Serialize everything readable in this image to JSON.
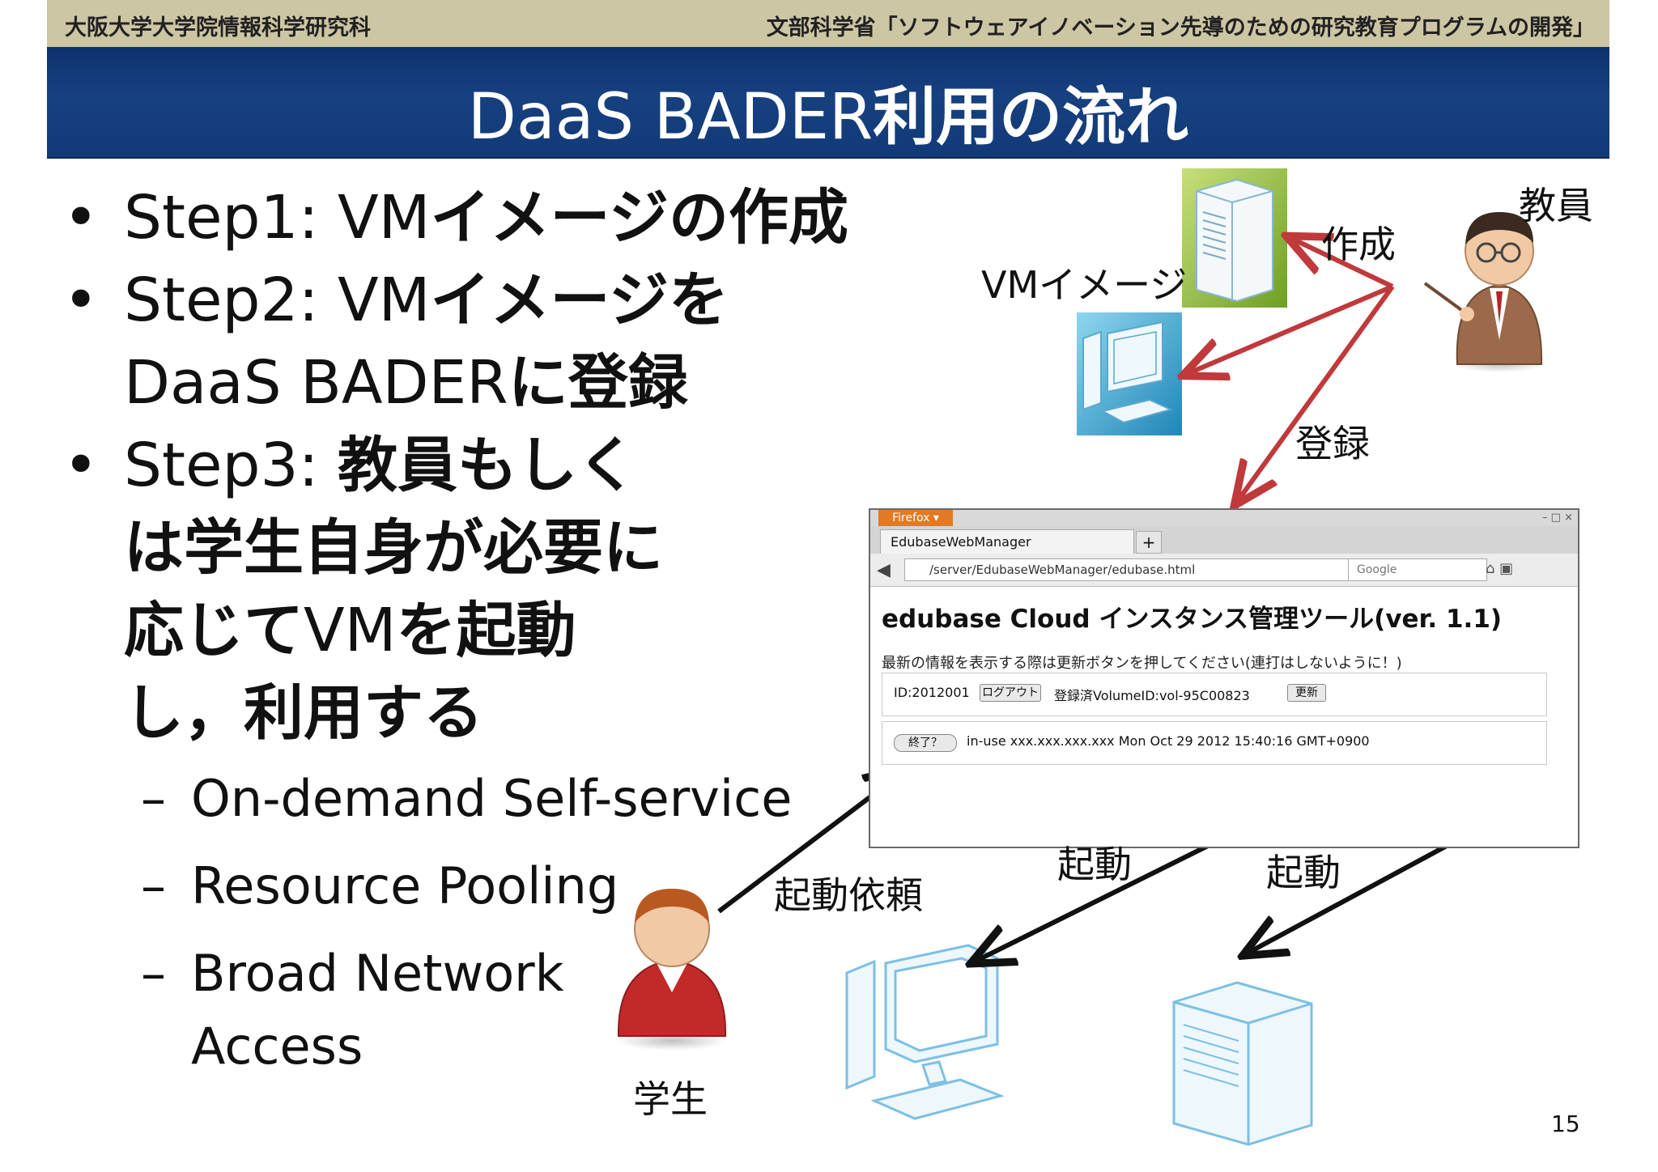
{
  "header": {
    "left": "大阪大学大学院情報科学研究科",
    "right": "文部科学省「ソフトウェアイノベーション先導のための研究教育プログラムの開発」"
  },
  "slide": {
    "title_latin": "DaaS BADER",
    "title_jp": "利用の流れ",
    "page_number": "15"
  },
  "bullets": {
    "b1_prefix": "Step1: VM",
    "b1_bold": "イメージの作成",
    "b2_prefix": "Step2: VM",
    "b2_bold1": "イメージを",
    "b2_mid": "DaaS BADER",
    "b2_bold2": "に登録",
    "b3_prefix": "Step3: ",
    "b3_bold1": "教員もしくは学生自身が必要に応じて",
    "b3_mid": "VM",
    "b3_bold2": "を起動し，利用する",
    "sub": [
      "On-demand Self-service",
      "Resource Pooling",
      "Broad Network Access"
    ]
  },
  "diagram": {
    "teacher": "教員",
    "vm_image": "VMイメージ",
    "create": "作成",
    "register": "登録",
    "student": "学生",
    "boot_request": "起動依頼",
    "boot_1": "起動",
    "boot_2": "起動"
  },
  "browser": {
    "firefox_label": "Firefox ▾",
    "window_controls": "– □ ×",
    "tab_label": "EdubaseWebManager",
    "new_tab": "+",
    "url": "/server/EdubaseWebManager/edubase.html",
    "search": "Google",
    "page_title": "edubase Cloud インスタンス管理ツール(ver. 1.1)",
    "note": "最新の情報を表示する際は更新ボタンを押してください(連打はしないように！)",
    "id_text": "ID:2012001",
    "logout_btn": "ログアウト",
    "volume_text": "登録済VolumeID:vol-95C00823",
    "refresh_btn": "更新",
    "end_btn": "終了？",
    "status_text": "in-use  xxx.xxx.xxx.xxx Mon Oct 29 2012 15:40:16 GMT+0900"
  },
  "colors": {
    "title_bar": "#17407f",
    "header_bar": "#cdc6a4",
    "arrow_red": "#c0393b",
    "arrow_black": "#111111"
  }
}
